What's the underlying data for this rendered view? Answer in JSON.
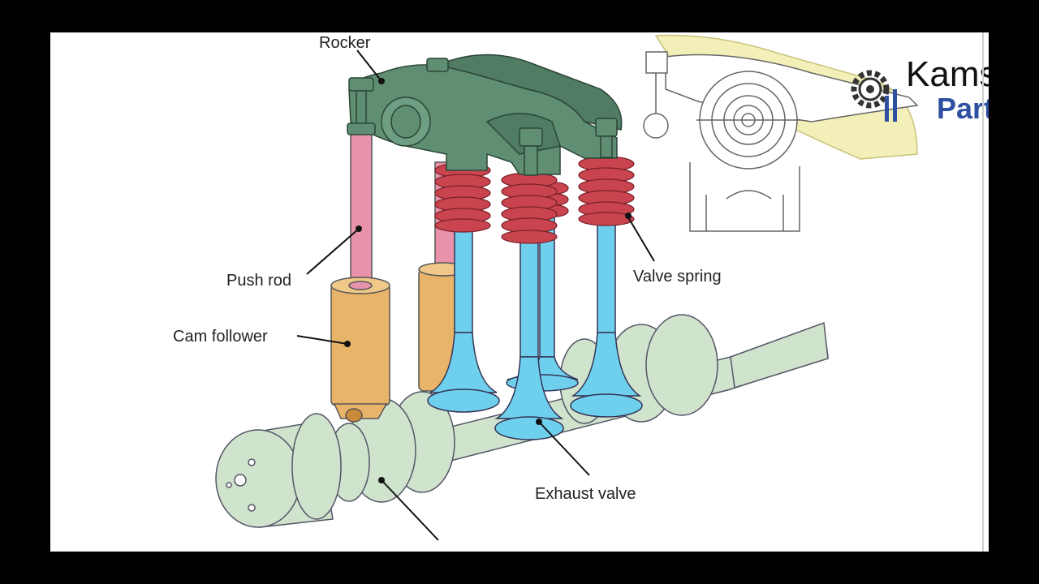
{
  "labels": {
    "rocker": "Rocker",
    "push_rod": "Push rod",
    "cam_follower": "Cam follower",
    "valve_spring": "Valve spring",
    "exhaust_valve": "Exhaust valve"
  },
  "logo": {
    "word1": "Kamsi",
    "word2": "Parts",
    "accent": "#2f4fa0"
  },
  "colors": {
    "rocker": "#5f8e72",
    "push_rod": "#e893ab",
    "cam_follower": "#e8b469",
    "valve_spring": "#c9444f",
    "valve": "#6fd0ee",
    "camshaft": "#cfe3cd",
    "inset_highlight": "#f3efb8"
  }
}
